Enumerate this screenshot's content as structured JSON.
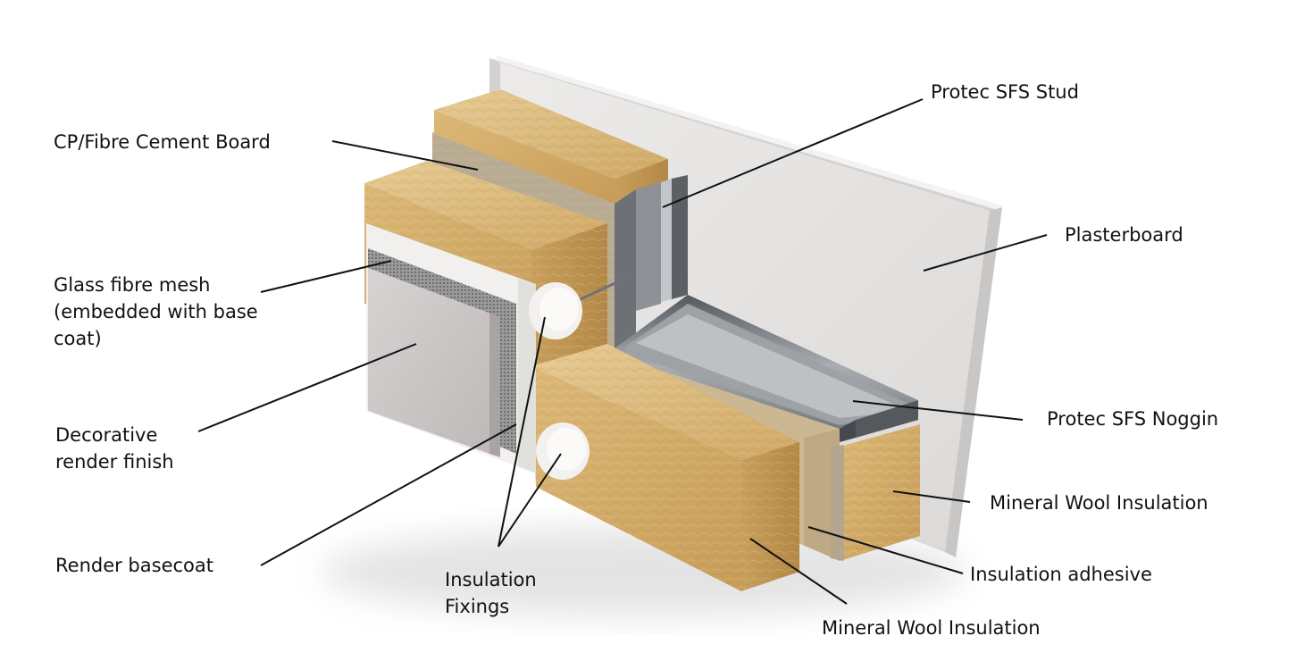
{
  "labels": {
    "cp_fibre_cement_board": "CP/Fibre Cement Board",
    "glass_fibre_mesh": [
      "Glass fibre mesh",
      "(embedded with base",
      "coat)"
    ],
    "decorative_render_finish": [
      "Decorative",
      "render finish"
    ],
    "render_basecoat": "Render basecoat",
    "insulation_fixings": [
      "Insulation",
      "Fixings"
    ],
    "protec_sfs_stud": "Protec SFS Stud",
    "plasterboard": "Plasterboard",
    "protec_sfs_noggin": "Protec SFS Noggin",
    "mineral_wool_insulation_inner": "Mineral Wool Insulation",
    "insulation_adhesive": "Insulation adhesive",
    "mineral_wool_insulation_outer": "Mineral Wool Insulation"
  },
  "colors": {
    "plasterboard": "#e9e7e5",
    "mineral_wool": "#d9b67a",
    "render_finish": "#cfcaca",
    "render_basecoat": "#f1f0ee",
    "mesh": "#8d8d8d",
    "cement_board": "#b9ac94",
    "steel": "#7c7f84",
    "fixing_disc": "#f3f1ef",
    "leader_line": "#111111"
  }
}
